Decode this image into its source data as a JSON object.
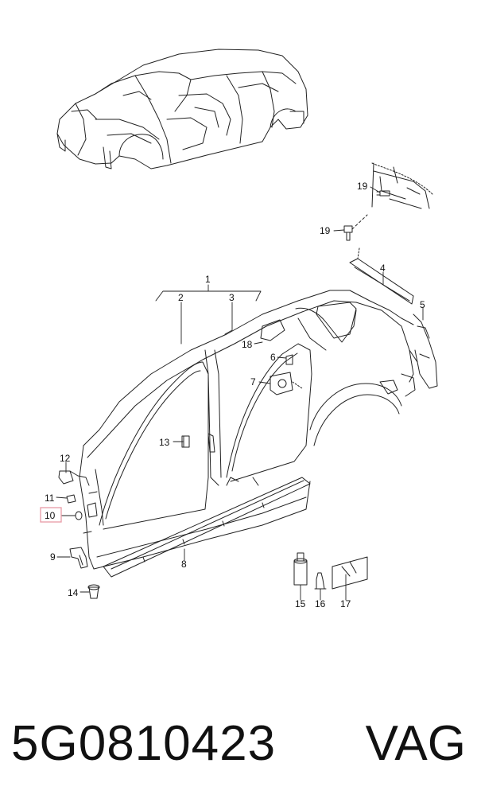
{
  "diagram": {
    "callouts": {
      "c1": "1",
      "c2": "2",
      "c3": "3",
      "c4": "4",
      "c5": "5",
      "c6": "6",
      "c7": "7",
      "c8": "8",
      "c9": "9",
      "c10": "10",
      "c11": "11",
      "c12": "12",
      "c13": "13",
      "c14": "14",
      "c15": "15",
      "c16": "16",
      "c17": "17",
      "c18": "18",
      "c19a": "19",
      "c19b": "19"
    },
    "highlighted_callout": "10",
    "highlight_color": "#e79aa6"
  },
  "footer": {
    "part_number": "5G0810423",
    "brand": "VAG"
  }
}
